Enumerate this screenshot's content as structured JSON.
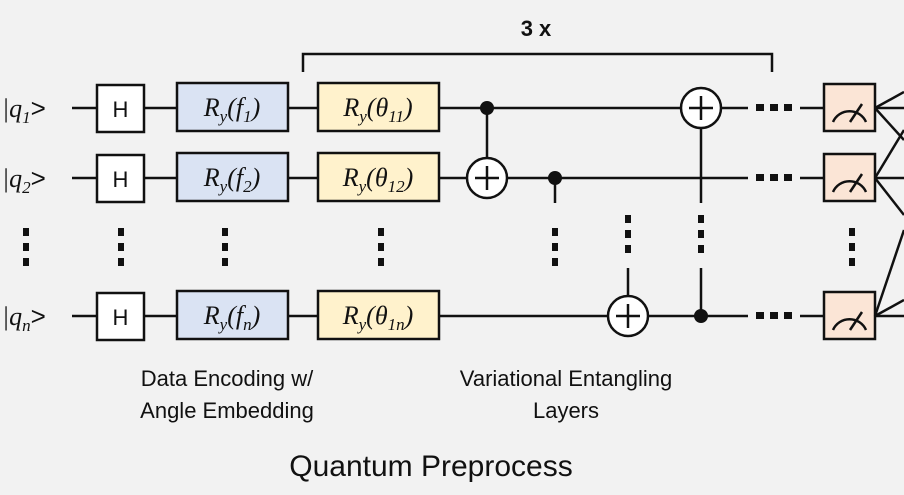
{
  "diagram": {
    "repeat_label": "3 x",
    "qubits": [
      {
        "label_main": "|q",
        "label_sub": "1",
        "label_tail": ">"
      },
      {
        "label_main": "|q",
        "label_sub": "2",
        "label_tail": ">"
      },
      {
        "label_main": "|q",
        "label_sub": "n",
        "label_tail": ">"
      }
    ],
    "hadamard_label": "H",
    "encoding_gates": [
      {
        "main": "R",
        "sub": "y",
        "arg": "(f",
        "arg_sub": "1",
        "close": ")"
      },
      {
        "main": "R",
        "sub": "y",
        "arg": "(f",
        "arg_sub": "2",
        "close": ")"
      },
      {
        "main": "R",
        "sub": "y",
        "arg": "(f",
        "arg_sub": "n",
        "close": ")"
      }
    ],
    "variational_gates": [
      {
        "main": "R",
        "sub": "y",
        "arg": "(θ",
        "arg_sub": "11",
        "close": ")"
      },
      {
        "main": "R",
        "sub": "y",
        "arg": "(θ",
        "arg_sub": "12",
        "close": ")"
      },
      {
        "main": "R",
        "sub": "y",
        "arg": "(θ",
        "arg_sub": "1n",
        "close": ")"
      }
    ],
    "caption_encoding": [
      "Data Encoding w/",
      "Angle Embedding"
    ],
    "caption_entangling": [
      "Variational Entangling",
      "Layers"
    ],
    "title": "Quantum Preprocess",
    "colors": {
      "background": "#f2f2f2",
      "encoding_fill": "#dae3f3",
      "variational_fill": "#fff2cc",
      "measure_fill": "#fbe5d6",
      "stroke": "#111111"
    },
    "icons": [
      "hadamard-gate",
      "cnot-target-icon",
      "control-dot-icon",
      "measurement-meter-icon",
      "vertical-ellipsis-icon",
      "horizontal-ellipsis-icon"
    ]
  }
}
